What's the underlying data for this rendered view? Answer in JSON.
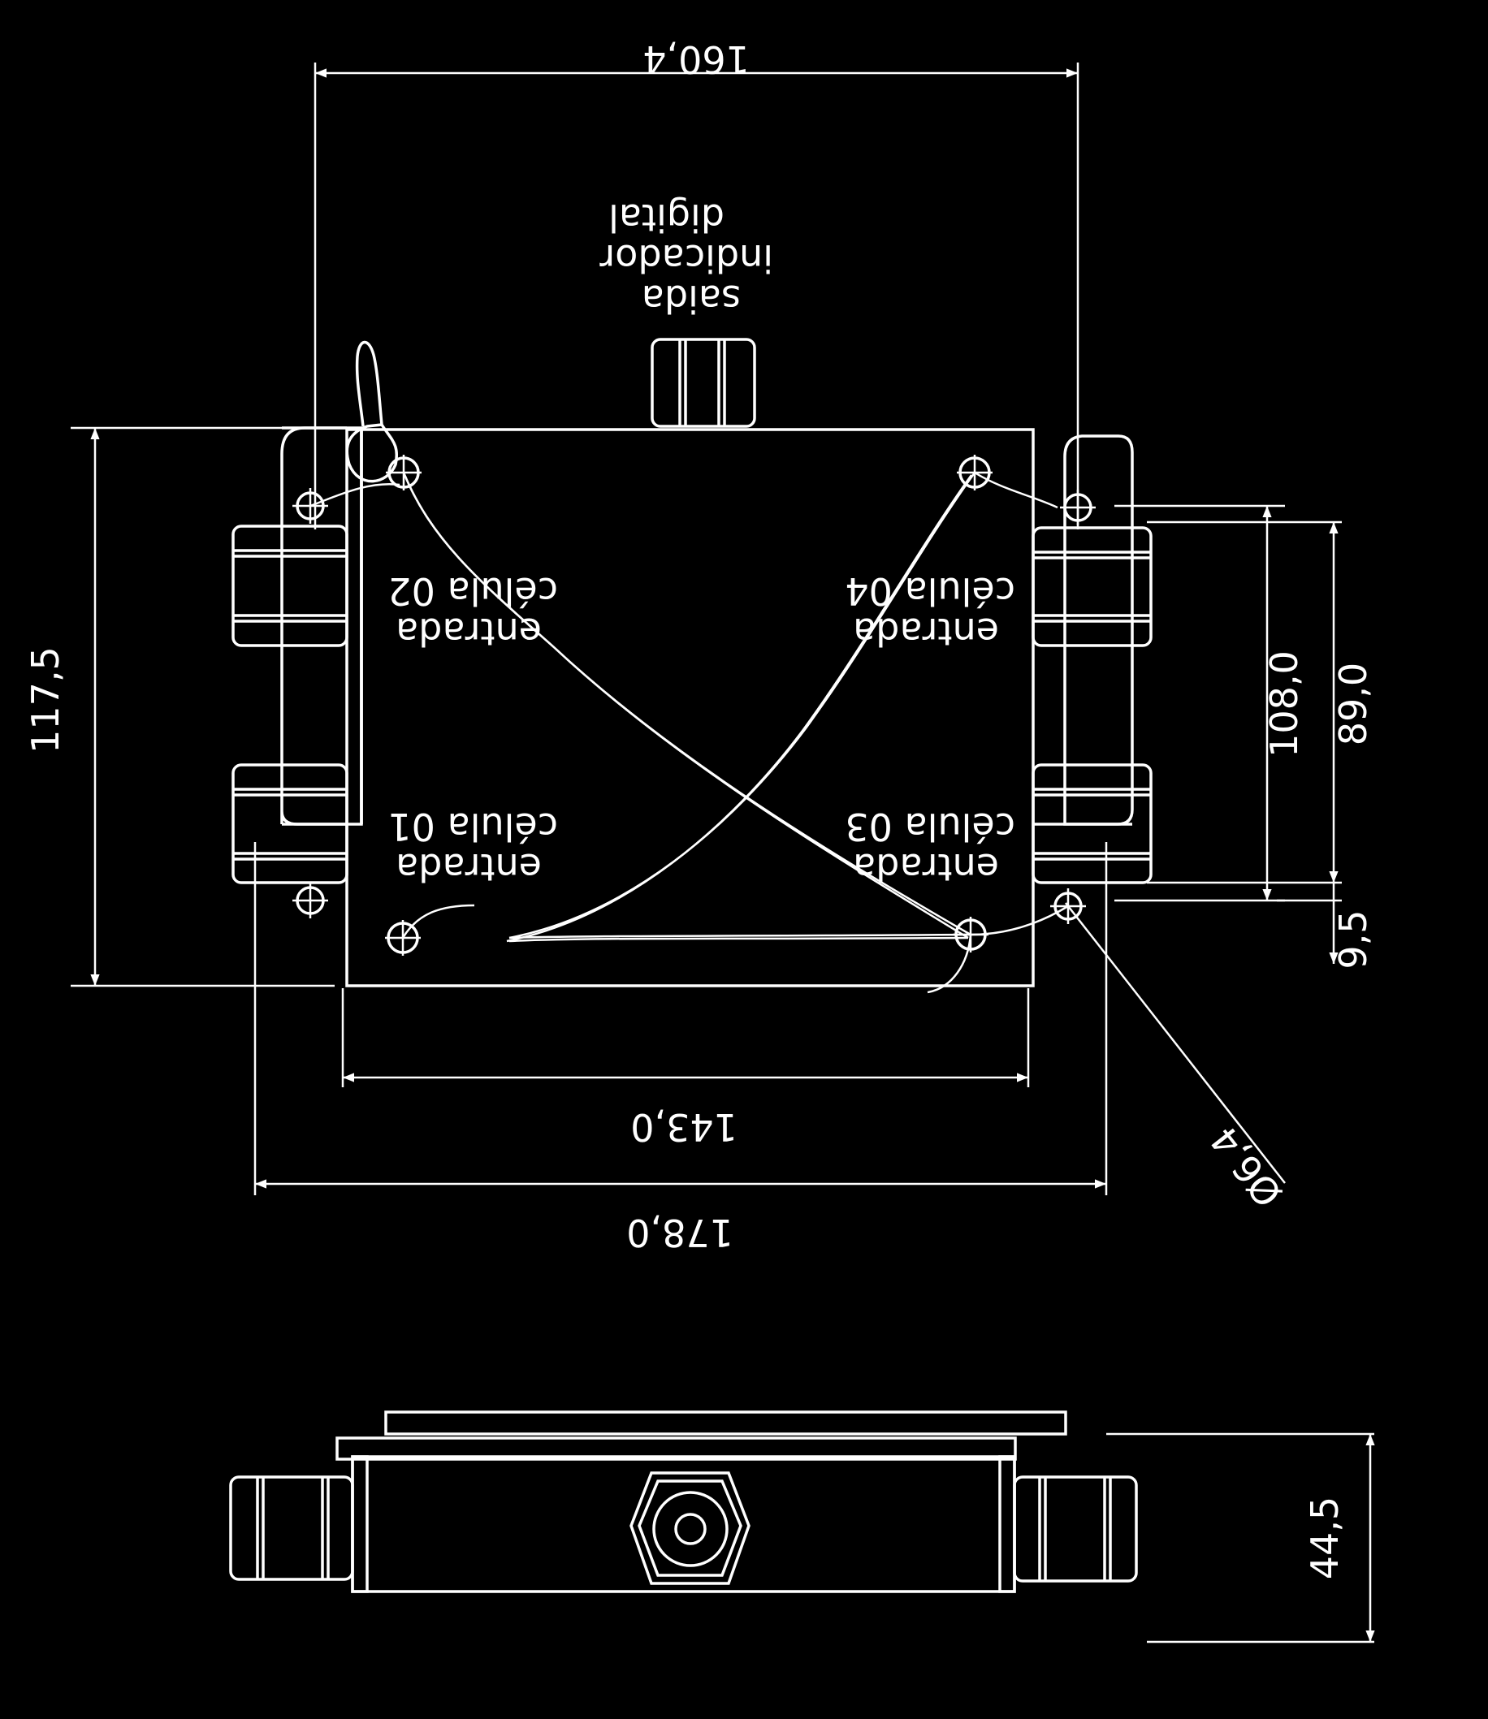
{
  "colors": {
    "background": "#000000",
    "ink": "#ffffff"
  },
  "labels": {
    "output": [
      "saida",
      "indicador",
      "digital"
    ],
    "cell01": [
      "entrada",
      "célula 01"
    ],
    "cell02": [
      "entrada",
      "célula 02"
    ],
    "cell03": [
      "entrada",
      "célula 03"
    ],
    "cell04": [
      "entrada",
      "célula 04"
    ]
  },
  "dimensions": {
    "hole_span": "160,4",
    "base_width": "178,0",
    "body_width": "143,0",
    "base_height": "117,5",
    "hole_vertical_span": "108,0",
    "gland_pitch": "89,0",
    "hole_offset": "9,5",
    "hole_diameter": "Ø6,4",
    "side_height": "44,5"
  },
  "icons": [
    "mounting-hole-icon",
    "cable-gland-icon",
    "hex-nut-icon",
    "hanging-tag-icon"
  ]
}
